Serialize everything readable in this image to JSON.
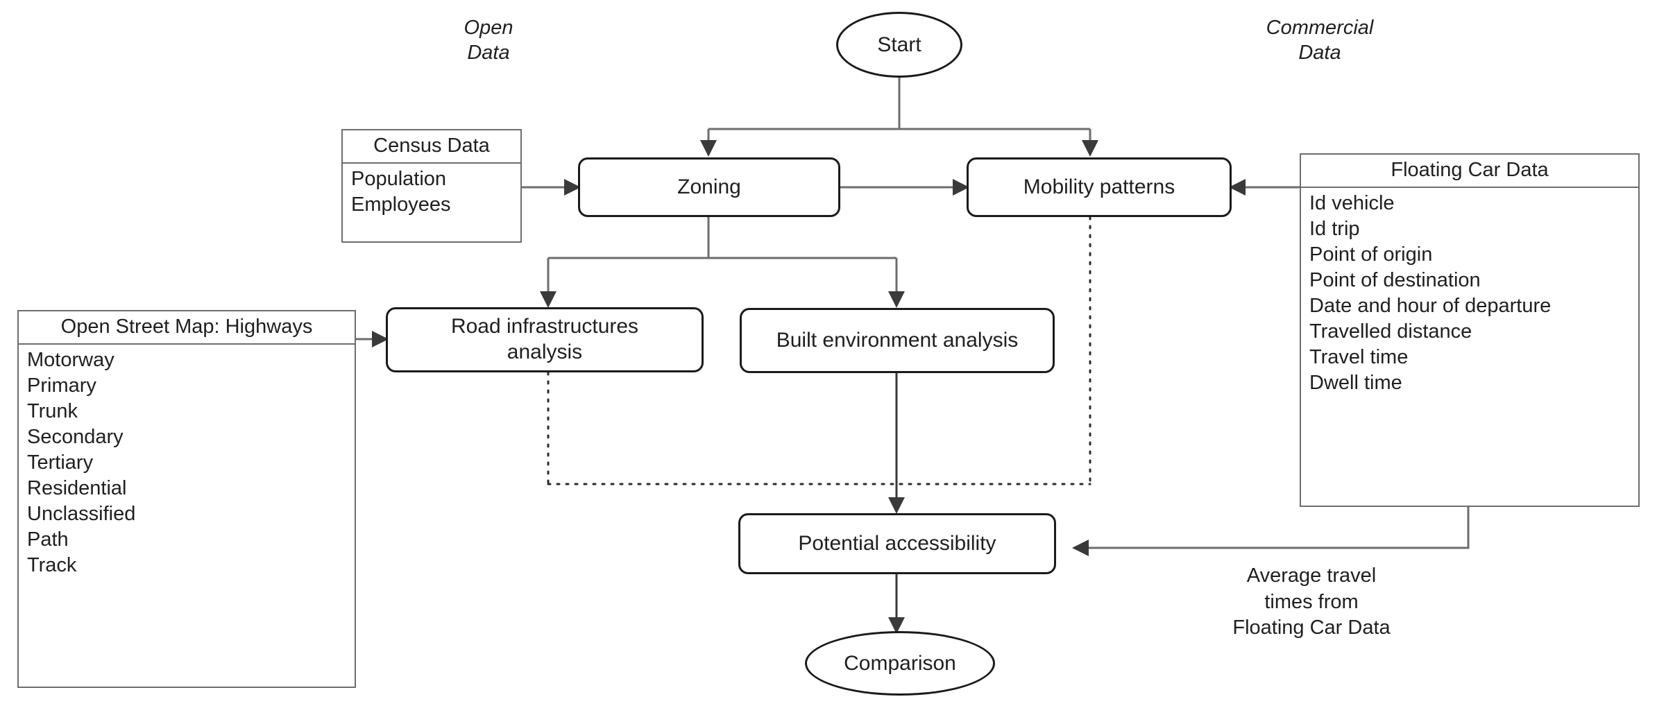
{
  "diagram": {
    "title": "Methodological flowchart: accessibility analysis from open and commercial data",
    "background_color": "#ffffff",
    "line_color": "#6d6d6d",
    "node_border_color": "#1a1a1a",
    "text_color": "#1f1f1f"
  },
  "group_labels": {
    "open_data": "Open\nData",
    "commercial_data": "Commercial\nData"
  },
  "terminals": {
    "start": "Start",
    "comparison": "Comparison"
  },
  "processes": {
    "zoning": "Zoning",
    "mobility_patterns": "Mobility patterns",
    "road_infrastructures": "Road infrastructures\nanalysis",
    "built_environment": "Built environment analysis",
    "potential_accessibility": "Potential accessibility"
  },
  "data_sources": {
    "census": {
      "header": "Census Data",
      "items": [
        "Population",
        "Employees"
      ]
    },
    "osm": {
      "header": "Open Street Map: Highways",
      "items": [
        "Motorway",
        "Primary",
        "Trunk",
        "Secondary",
        "Tertiary",
        "Residential",
        "Unclassified",
        "Path",
        "Track"
      ]
    },
    "floating_car": {
      "header": "Floating Car Data",
      "items": [
        "Id vehicle",
        "Id trip",
        "Point of origin",
        "Point of destination",
        "Date and hour of departure",
        "Travelled distance",
        "Travel time",
        "Dwell time"
      ]
    }
  },
  "edge_notes": {
    "average_travel_times": "Average travel\ntimes from\nFloating Car Data"
  }
}
